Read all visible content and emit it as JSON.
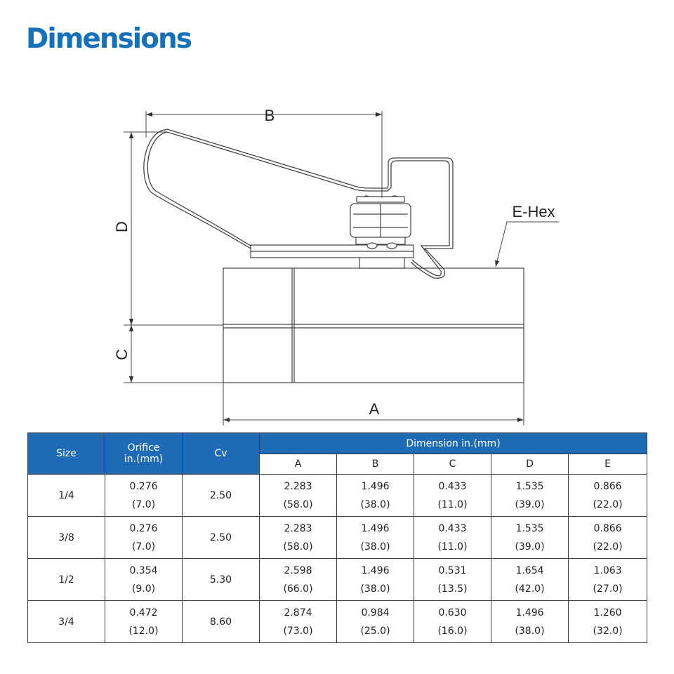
{
  "title": "Dimensions",
  "diagram": {
    "labels": {
      "A": "A",
      "B": "B",
      "C": "C",
      "D": "D",
      "ehex": "E-Hex"
    }
  },
  "table": {
    "headers": {
      "size": "Size",
      "orifice": [
        "Orifice",
        "in.(mm)"
      ],
      "cv": "Cv",
      "dimension": "Dimension in.(mm)",
      "subs": [
        "A",
        "B",
        "C",
        "D",
        "E"
      ]
    },
    "rows": [
      {
        "size": "1/4",
        "orifice": [
          "0.276",
          "(7.0)"
        ],
        "cv": "2.50",
        "dims": [
          [
            "2.283",
            "(58.0)"
          ],
          [
            "1.496",
            "(38.0)"
          ],
          [
            "0.433",
            "(11.0)"
          ],
          [
            "1.535",
            "(39.0)"
          ],
          [
            "0.866",
            "(22.0)"
          ]
        ]
      },
      {
        "size": "3/8",
        "orifice": [
          "0.276",
          "(7.0)"
        ],
        "cv": "2.50",
        "dims": [
          [
            "2.283",
            "(58.0)"
          ],
          [
            "1.496",
            "(38.0)"
          ],
          [
            "0.433",
            "(11.0)"
          ],
          [
            "1.535",
            "(39.0)"
          ],
          [
            "0.866",
            "(22.0)"
          ]
        ]
      },
      {
        "size": "1/2",
        "orifice": [
          "0.354",
          "(9.0)"
        ],
        "cv": "5.30",
        "dims": [
          [
            "2.598",
            "(66.0)"
          ],
          [
            "1.496",
            "(38.0)"
          ],
          [
            "0.531",
            "(13.5)"
          ],
          [
            "1.654",
            "(42.0)"
          ],
          [
            "1.063",
            "(27.0)"
          ]
        ]
      },
      {
        "size": "3/4",
        "orifice": [
          "0.472",
          "(12.0)"
        ],
        "cv": "8.60",
        "dims": [
          [
            "2.874",
            "(73.0)"
          ],
          [
            "0.984",
            "(25.0)"
          ],
          [
            "0.630",
            "(16.0)"
          ],
          [
            "1.496",
            "(38.0)"
          ],
          [
            "1.260",
            "(32.0)"
          ]
        ]
      }
    ],
    "colors": {
      "header_bg": "#1f6bb6",
      "header_text": "#ffffff",
      "title": "#1470b8"
    }
  }
}
